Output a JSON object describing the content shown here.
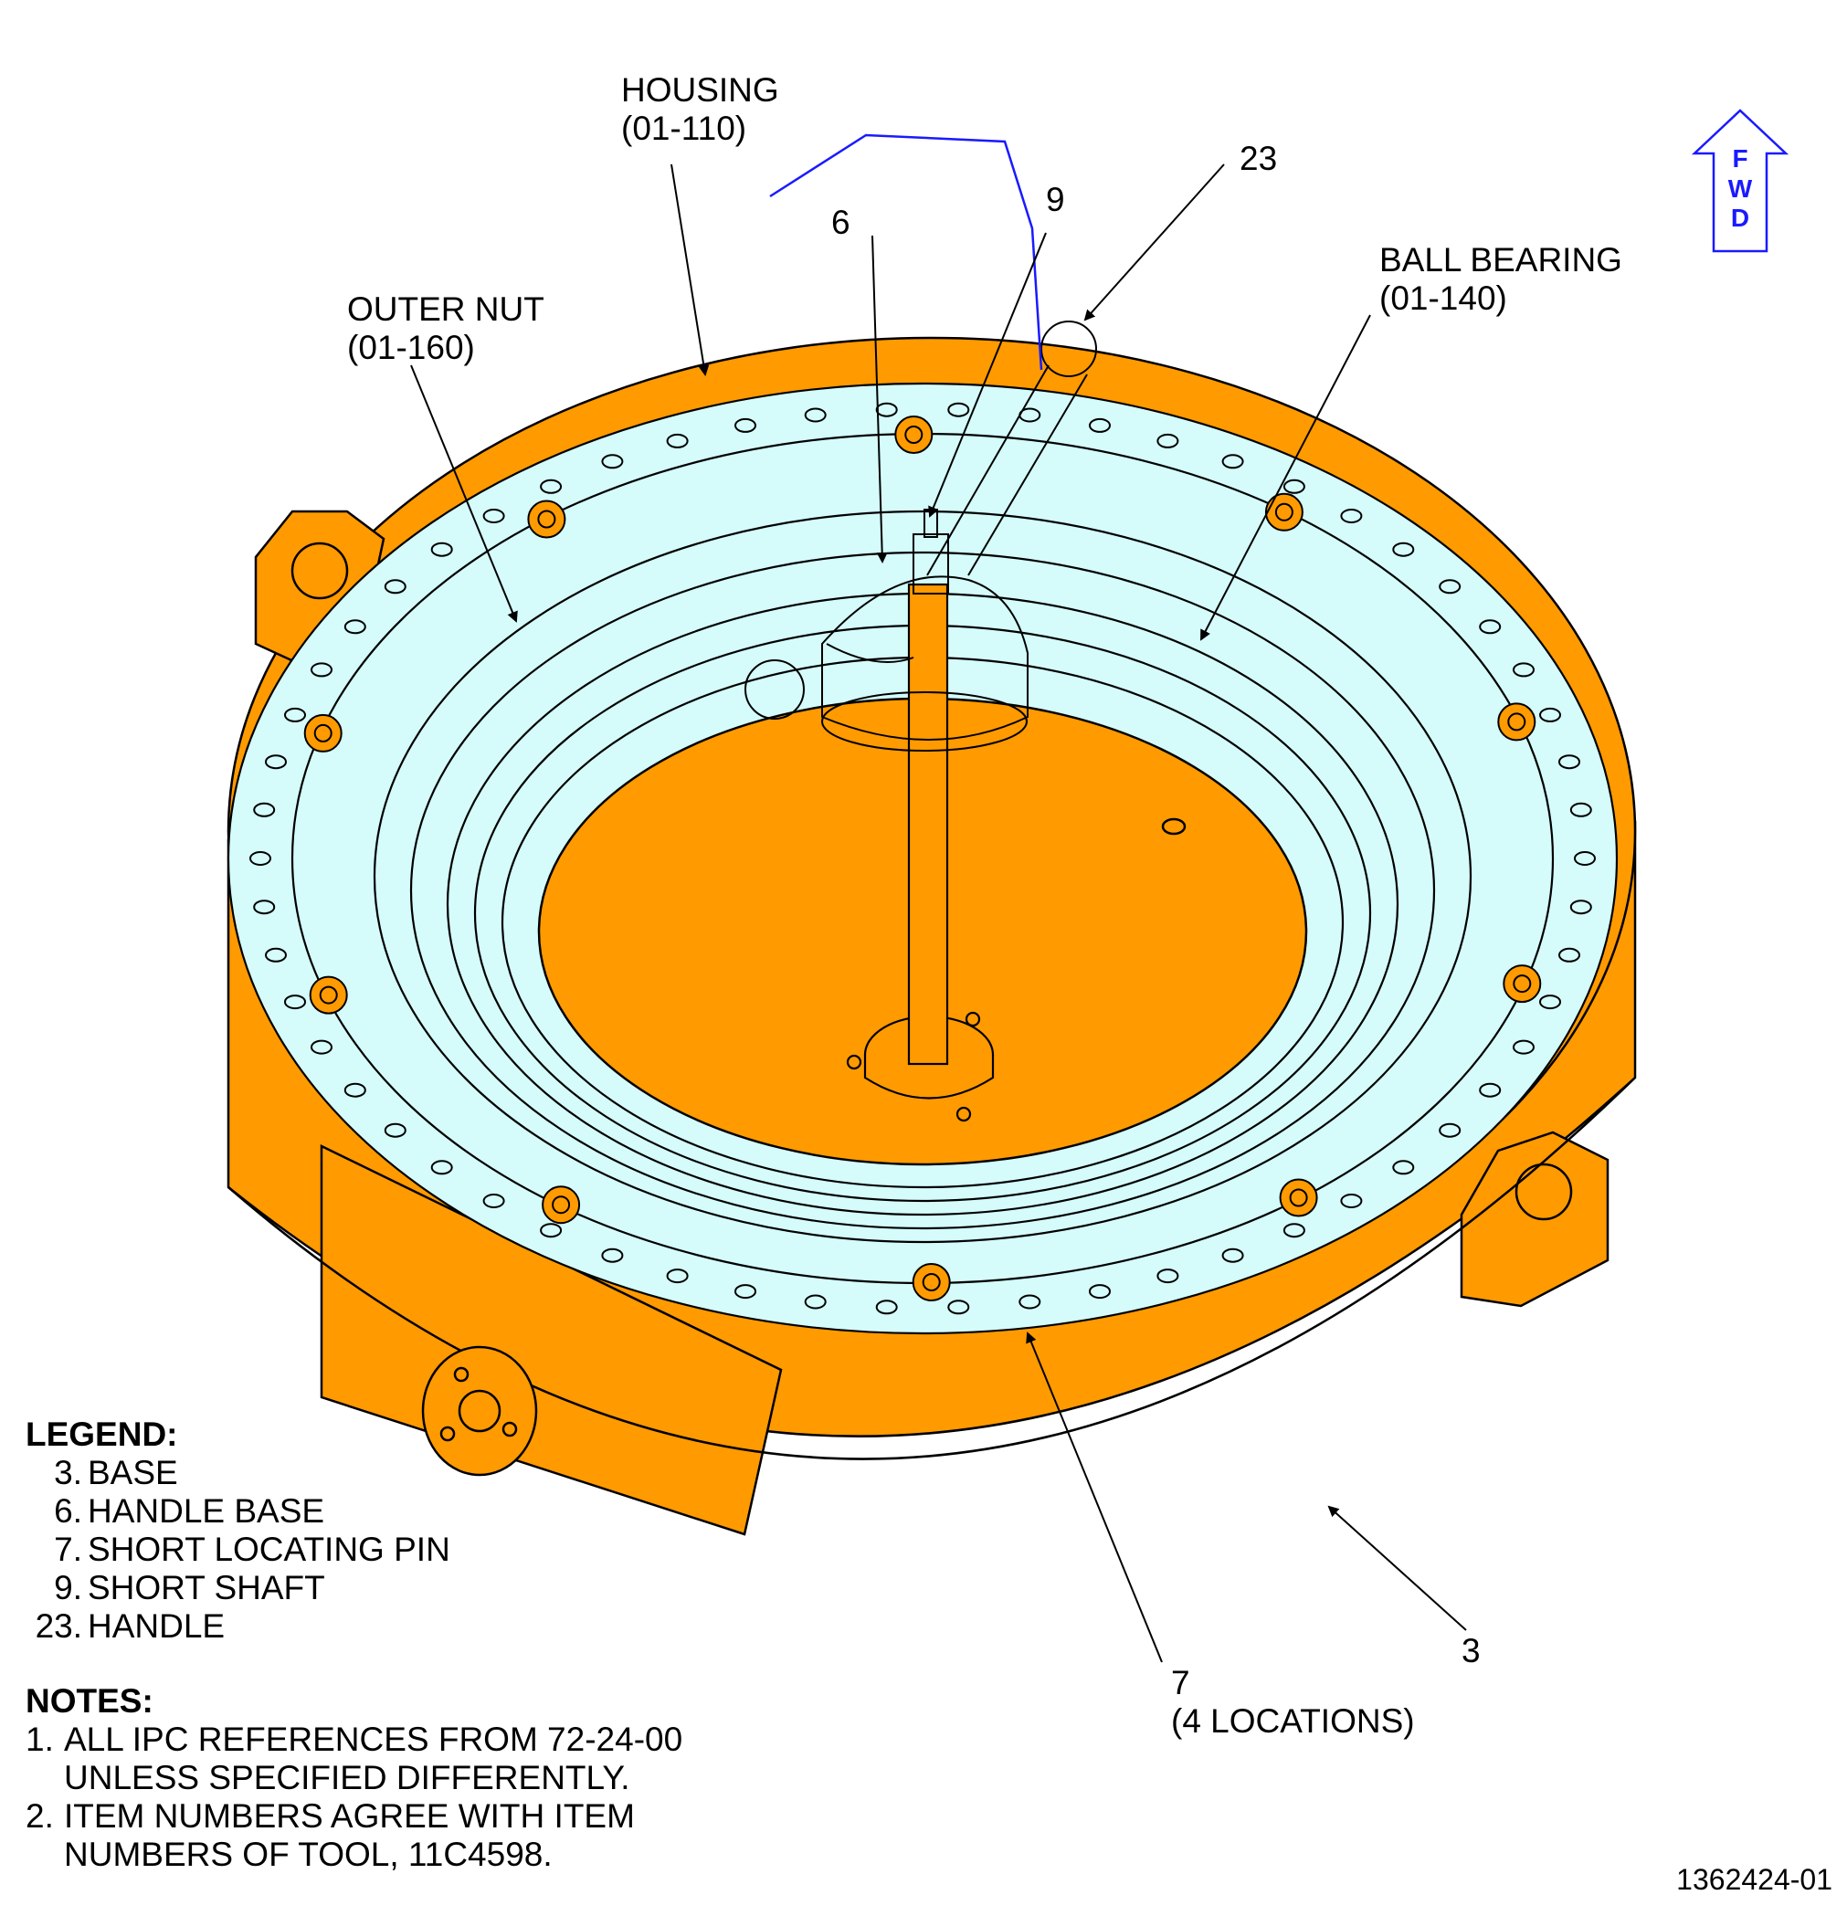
{
  "callouts": {
    "housing": {
      "name": "HOUSING",
      "ref": "(01-110)"
    },
    "outer_nut": {
      "name": "OUTER NUT",
      "ref": "(01-160)"
    },
    "ball_bearing": {
      "name": "BALL BEARING",
      "ref": "(01-140)"
    },
    "item_6": "6",
    "item_9": "9",
    "item_23": "23",
    "item_3": "3",
    "item_7": {
      "num": "7",
      "qty": "(4 LOCATIONS)"
    }
  },
  "fwd": {
    "letters": [
      "F",
      "W",
      "D"
    ],
    "color": "#1a1aff"
  },
  "legend": {
    "title": "LEGEND:",
    "items": [
      {
        "num": "3.",
        "label": "BASE"
      },
      {
        "num": "6.",
        "label": "HANDLE BASE"
      },
      {
        "num": "7.",
        "label": "SHORT LOCATING PIN"
      },
      {
        "num": "9.",
        "label": "SHORT SHAFT"
      },
      {
        "num": "23.",
        "label": "HANDLE"
      }
    ]
  },
  "notes": {
    "title": "NOTES:",
    "items": [
      {
        "num": "1.",
        "text": "ALL IPC REFERENCES FROM 72-24-00 UNLESS SPECIFIED DIFFERENTLY."
      },
      {
        "num": "2.",
        "text": "ITEM NUMBERS AGREE WITH ITEM NUMBERS OF TOOL, 11C4598."
      }
    ]
  },
  "figure_id": "1362424-01",
  "colors": {
    "base": "#ff9a00",
    "ring": "#d5fbfb",
    "line": "#000000",
    "handle_path": "#1a1aff"
  }
}
